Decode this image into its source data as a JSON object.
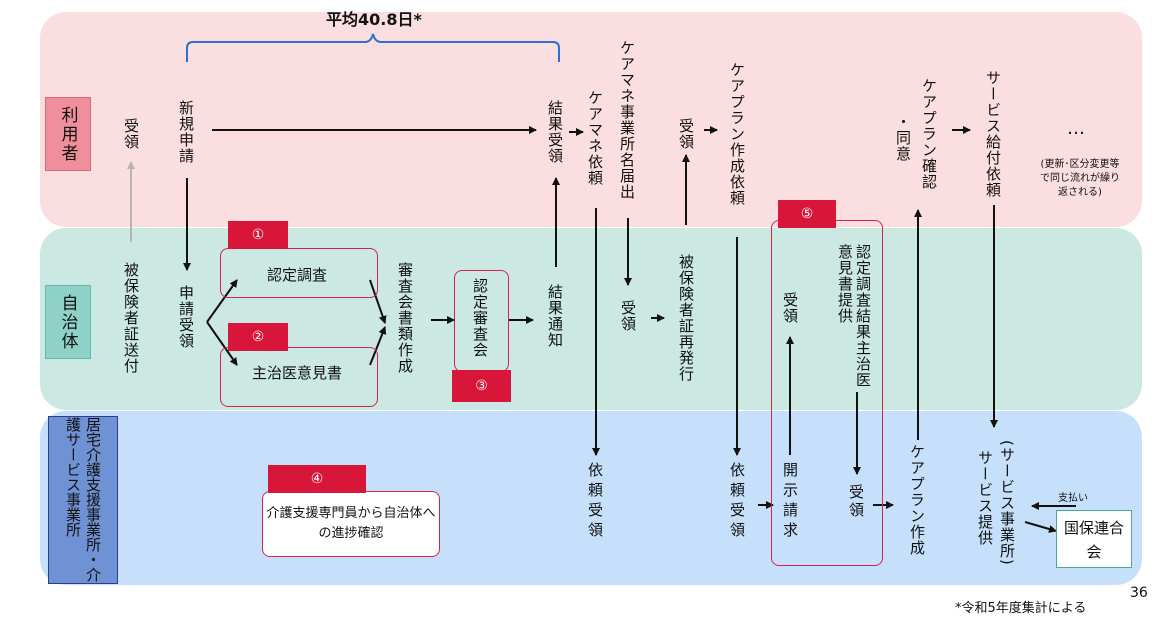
{
  "lanes": {
    "user": "利用者",
    "municipality": "自治体",
    "provider": "居宅介護支援事業所・介護サービス事業所"
  },
  "average": "平均40.8日*",
  "steps": {
    "receive_user": "受領",
    "new_application": "新規申請",
    "result_receive": "結果受領",
    "caremanager_request": "ケアマネ依頼",
    "office_name_notify": "ケアマネ事業所名届出",
    "receive_user_2": "受領",
    "careplan_request": "ケアプラン作成依頼",
    "careplan_confirm": "ケアプラン確認",
    "agree": "・同意",
    "service_request": "サービス給付依頼",
    "ellipsis": "…",
    "repeat_note": "(更新･区分変更等で同じ流れが繰り返される)",
    "insurance_card_send": "被保険者証送付",
    "application_receive": "申請受領",
    "certification_survey": "認定調査",
    "doctor_opinion": "主治医意見書",
    "review_docs": "審査会書類作成",
    "review_committee": "認定審査会",
    "result_notice": "結果通知",
    "muni_receive": "受領",
    "insurance_card_reissue": "被保険者証再発行",
    "muni_receive_2": "受領",
    "result_docs_provide": "認定調査結果主治医意見書提供",
    "request_receive_1": "依頼受領",
    "request_receive_2": "依頼受領",
    "disclosure_request": "開示請求",
    "provider_receive": "受領",
    "careplan_create": "ケアプラン作成",
    "service_provide": "サービス提供",
    "service_office": "(サービス事業所)",
    "payment": "支払い",
    "national_union": "国保連合会",
    "progress_check": "介護支援専門員から自治体への進捗確認"
  },
  "markers": [
    "①",
    "②",
    "③",
    "④",
    "⑤"
  ],
  "footnote": "*令和5年度集計による",
  "page_number": "36",
  "colors": {
    "user_lane": "#fbdedf",
    "municipality_lane": "#cbe8e3",
    "provider_lane": "#c6e0fb",
    "accent": "#d7163a",
    "brace": "#2e6fd0"
  }
}
